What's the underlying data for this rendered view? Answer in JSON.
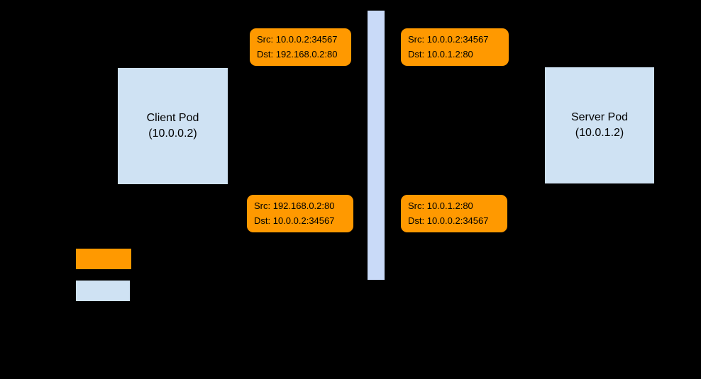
{
  "diagram": {
    "background": "#000000",
    "client_pod": {
      "name": "Client Pod",
      "ip": "(10.0.0.2)",
      "fill": "#cfe2f3"
    },
    "server_pod": {
      "name": "Server Pod",
      "ip": "(10.0.1.2)",
      "fill": "#cfe2f3"
    },
    "nat_bar": {
      "fill": "#c9daf8"
    },
    "packets": [
      {
        "src": "Src: 10.0.0.2:34567",
        "dst": "Dst: 192.168.0.2:80"
      },
      {
        "src": "Src: 10.0.0.2:34567",
        "dst": "Dst: 10.0.1.2:80"
      },
      {
        "src": "Src: 192.168.0.2:80",
        "dst": "Dst: 10.0.0.2:34567"
      },
      {
        "src": "Src: 10.0.1.2:80",
        "dst": "Dst: 10.0.0.2:34567"
      }
    ],
    "legend": {
      "swatches": [
        {
          "fill": "#ff9900"
        },
        {
          "fill": "#cfe2f3"
        }
      ]
    }
  }
}
